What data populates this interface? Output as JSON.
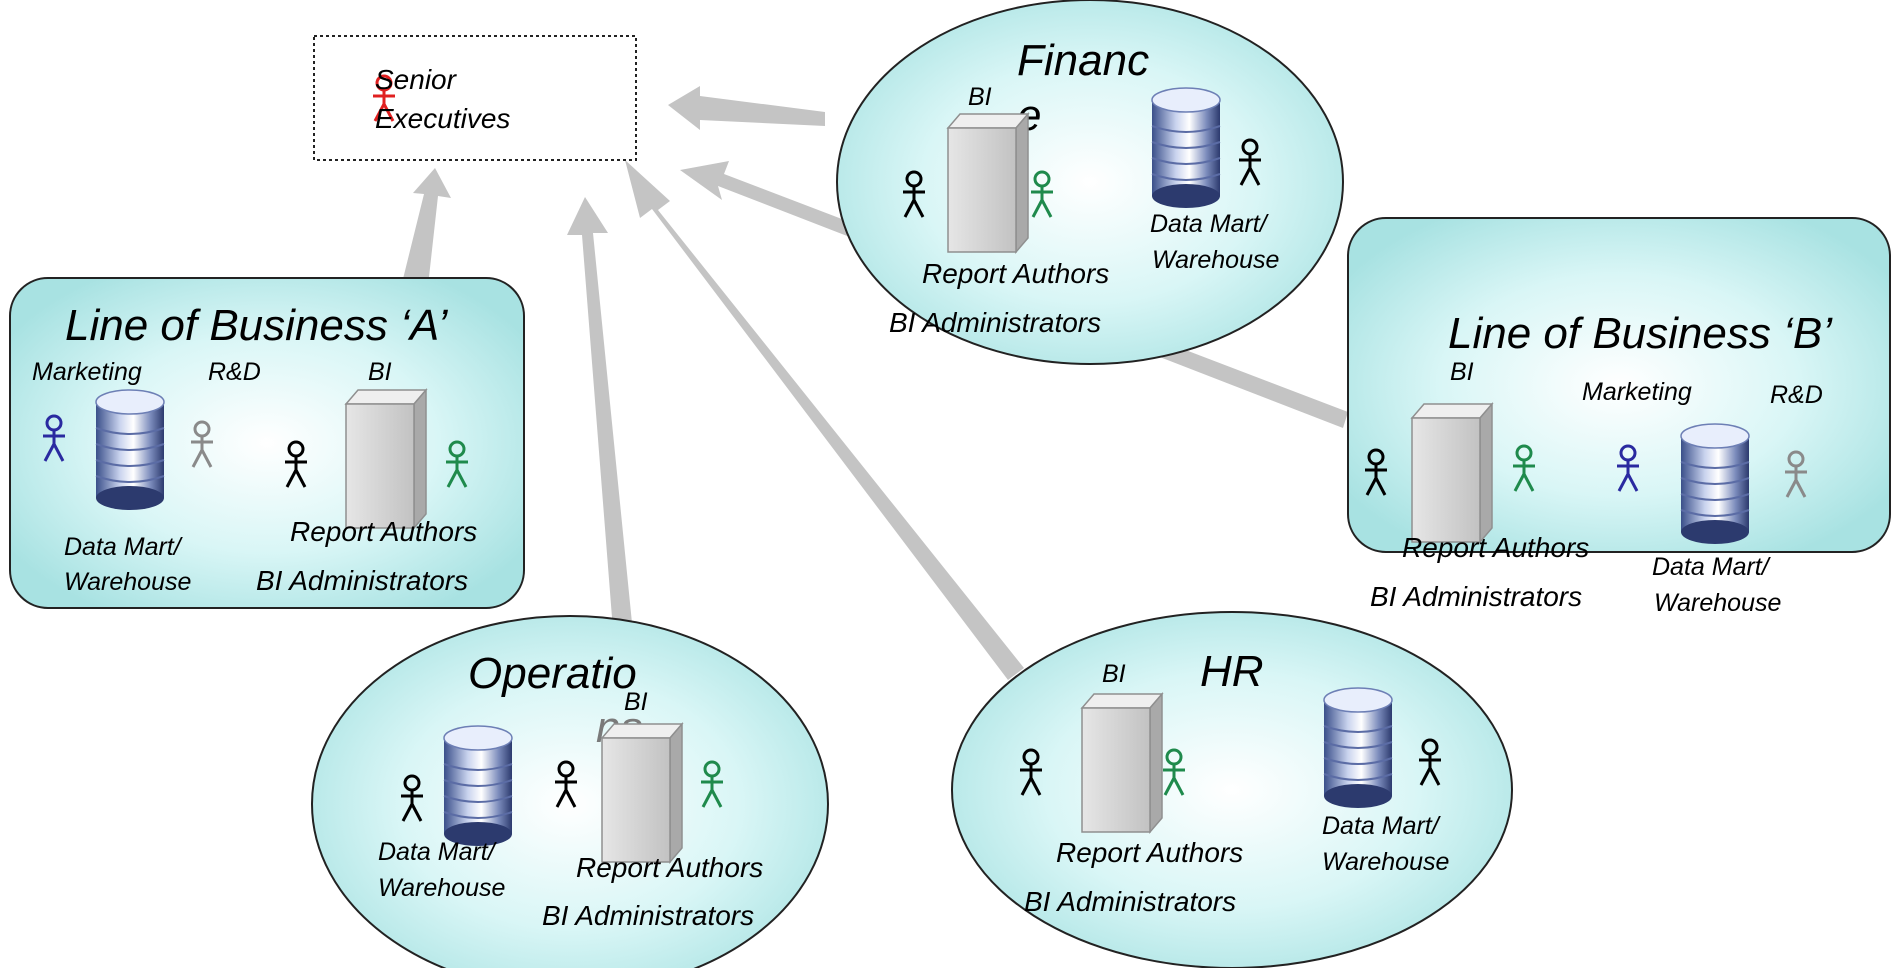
{
  "colors": {
    "group_fill": "#bfeeee",
    "group_stroke": "#222222",
    "arrow": "#c4c4c4",
    "executive": "#e02020",
    "marketing_user": "#2a2aa0",
    "rd_user": "#8a8a8a",
    "admin_user": "#1f8a4c",
    "author_user": "#000000"
  },
  "executives": {
    "label_line1": "Senior",
    "label_line2": "Executives",
    "icon": "person-icon"
  },
  "lob_a": {
    "title": "Line of Business ‘A’",
    "marketing": "Marketing",
    "rd": "R&D",
    "bi": "BI",
    "dm_line1": "Data Mart/",
    "dm_line2": "Warehouse",
    "report_authors": "Report Authors",
    "bi_admins": "BI Administrators"
  },
  "finance": {
    "title_line1": "Financ",
    "title_line2": "e",
    "bi": "BI",
    "dm_line1": "Data Mart/",
    "dm_line2": "Warehouse",
    "report_authors": "Report Authors",
    "bi_admins": "BI Administrators"
  },
  "lob_b": {
    "title": "Line of Business ‘B’",
    "bi": "BI",
    "marketing": "Marketing",
    "rd": "R&D",
    "report_authors": "Report Authors",
    "bi_admins": "BI Administrators",
    "dm_line1": "Data Mart/",
    "dm_line2": "Warehouse"
  },
  "operations": {
    "title_line1": "Operatio",
    "title_line2": "ns",
    "bi": "BI",
    "dm_line1": "Data Mart/",
    "dm_line2": "Warehouse",
    "report_authors": "Report Authors",
    "bi_admins": "BI Administrators"
  },
  "hr": {
    "title": "HR",
    "bi": "BI",
    "report_authors": "Report Authors",
    "bi_admins": "BI Administrators",
    "dm_line1": "Data Mart/",
    "dm_line2": "Warehouse"
  }
}
